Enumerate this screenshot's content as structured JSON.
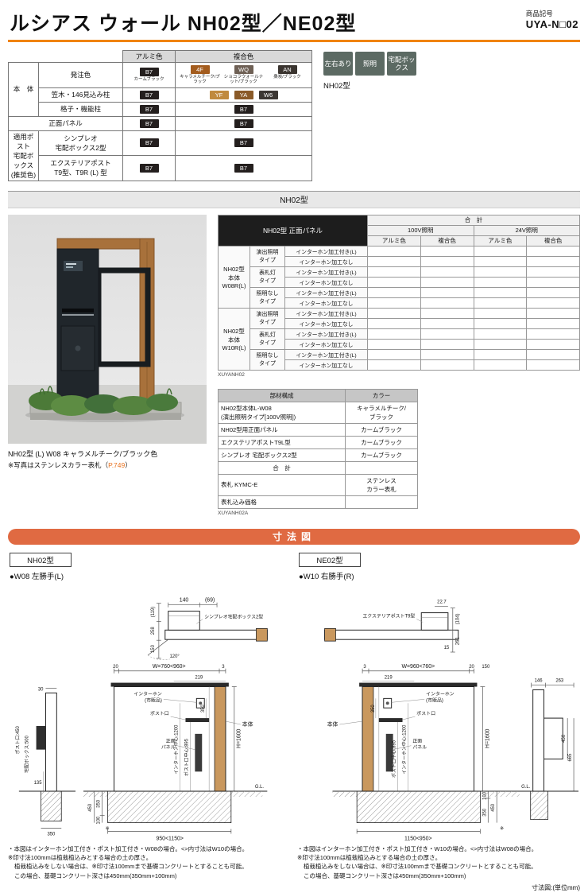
{
  "header": {
    "title": "ルシアス ウォール NH02型／NE02型",
    "product_code_label": "商品記号",
    "product_code": "UYA-N□02"
  },
  "colors": {
    "title_rule_orange": "#f08300",
    "section_bar_orange": "#e06a42",
    "badge_bg": "#5c6a63",
    "chip_calm_black": "#241f1e",
    "chip_caramel": "#a35c1e",
    "chip_walnut": "#6e6055",
    "chip_kuwazumi": "#3a342f",
    "wood": "#c9985e",
    "link_orange": "#e8711e"
  },
  "feature_badges": {
    "items": [
      "左右あり",
      "照明",
      "宅配ボックス"
    ],
    "model": "NH02型"
  },
  "color_table": {
    "col_alumi": "アルミ色",
    "col_fukugo": "複合色",
    "row_hontai": "本　体",
    "row_hacchu": "発注色",
    "row_kasagi": "笠木・146見込み柱",
    "row_koshi": "格子・機能柱",
    "row_shomen": "正面パネル",
    "row_tekiyo": "適用ポスト\n宅配ボックス\n(推奨色)",
    "row_simpleo": "シンプレオ\n宅配ボックス2型",
    "row_exterior": "エクステリアポスト\nT9型、T9R (L) 型",
    "chip_b7_code": "B7",
    "chip_b7_name": "カームブラック",
    "chip_4f_code": "4F",
    "chip_4f_name": "キャラメルチーク/ブラック",
    "chip_wq_code": "WQ",
    "chip_wq_name": "ショコラウォールナット/ブラック",
    "chip_an_code": "AN",
    "chip_an_name": "桑炭/ブラック",
    "chip_yf_code": "YF",
    "chip_ya_code": "YA",
    "chip_w6_code": "W6"
  },
  "model_section": {
    "bar_title": "NH02型",
    "photo_caption": "NH02型 (L) W08 キャラメルチーク/ブラック色",
    "photo_note_prefix": "※写真はステンレスカラー表札（",
    "photo_note_link": "P.749",
    "photo_note_suffix": "）"
  },
  "price_table": {
    "corner": "NH02型 正面パネル",
    "total": "合　計",
    "v100": "100V照明",
    "v24": "24V照明",
    "alumi": "アルミ色",
    "fukugo": "複合色",
    "group1": "NH02型\n本体\nW08R(L)",
    "group2": "NH02型\n本体\nW10R(L)",
    "type1": "演出照明\nタイプ",
    "type2": "表札灯\nタイプ",
    "type3": "照明なし\nタイプ",
    "sub_with": "インターホン加工付き(L)",
    "sub_without": "インターホン加工なし",
    "code_note": "XUYANH02"
  },
  "parts_table": {
    "h_parts": "部材構成",
    "h_color": "カラー",
    "rows": [
      {
        "part": "NH02型本体L-W08\n(演出照明タイプ[100V照明])",
        "color": "キャラメルチーク/\nブラック"
      },
      {
        "part": "NH02型用正面パネル",
        "color": "カームブラック"
      },
      {
        "part": "エクステリアポストT9L型",
        "color": "カームブラック"
      },
      {
        "part": "シンプレオ 宅配ボックス2型",
        "color": "カームブラック"
      },
      {
        "part": "合　計",
        "color": ""
      },
      {
        "part": "表札 KYMC-E",
        "color": "ステンレス\nカラー表札"
      },
      {
        "part": "表札込み価格",
        "color": ""
      }
    ],
    "code_note": "XUYANH02A"
  },
  "dimension_section": {
    "bar_title": "寸法図",
    "unit_note": "寸法図:(単位mm)",
    "left": {
      "model": "NH02型",
      "variant": "●W08 左勝手(L)",
      "plan": {
        "box_callout": "シンプレオ宅配ボックス2型",
        "d140": "140",
        "d69": "(69)",
        "d119": "(119)",
        "d258": "258",
        "d150": "150",
        "angle": "120°"
      },
      "elev": {
        "d20": "20",
        "width": "W=760<960>",
        "d3": "3",
        "d219": "219",
        "interphone1": "インターホン",
        "interphone2": "(市販品)",
        "post_mouth": "ポスト口",
        "hontai": "本体",
        "h": "H=1600",
        "d350": "350",
        "ih_center": "インターホン中心:1200",
        "pm_center": "ポスト口中心:895",
        "panel1": "正面",
        "panel2": "パネル",
        "gl": "G.L.",
        "d450": "450",
        "d350b": "350",
        "d100": "100",
        "kome": "※",
        "bottom_width": "950<1150>"
      },
      "side": {
        "d30": "30",
        "d135": "135",
        "base": "350",
        "post_label": "ポスト口:450",
        "box_label": "宅配ボックス:500"
      },
      "notes": [
        "・本図はインターホン加工付き・ポスト加工付き・W08の場合。<>内寸法はW10の場合。",
        "※印寸法100mmは植栽植込みとする場合の土の厚さ。",
        "植栽植込みをしない場合は、※印寸法100mmまで基礎コンクリートとすることも可能。",
        "この場合、基礎コンクリート深さは450mm(350mm+100mm)"
      ]
    },
    "right": {
      "model": "NE02型",
      "variant": "●W10 右勝手(R)",
      "plan": {
        "post_callout": "エクステリアポストT9型",
        "d227": "22.7",
        "d104": "(104)",
        "d261": "261",
        "d15": "15"
      },
      "elev": {
        "d3": "3",
        "width": "W=960<760>",
        "d20": "20",
        "d150": "150",
        "d219": "219",
        "interphone1": "インターホン",
        "interphone2": "(市販品)",
        "post_mouth": "ポスト口",
        "hontai": "本体",
        "h": "H=1600",
        "d350": "350",
        "ih_center": "インターホン中心:1200",
        "pm_center": "ポスト口中心:895",
        "panel1": "正面",
        "panel2": "パネル",
        "gl": "G.L.",
        "d100": "100",
        "d350b": "350",
        "d450": "450",
        "kome": "※",
        "bottom_width": "1150<950>"
      },
      "side": {
        "d146": "146",
        "d263": "263",
        "d450": "450",
        "d665": "665"
      },
      "notes": [
        "・本図はインターホン加工付き・ポスト加工付き・W10の場合。<>内寸法はW08の場合。",
        "※印寸法100mmは植栽植込みとする場合の土の厚さ。",
        "植栽植込みをしない場合は、※印寸法100mmまで基礎コンクリートとすることも可能。",
        "この場合、基礎コンクリート深さは450mm(350mm+100mm)"
      ]
    }
  }
}
